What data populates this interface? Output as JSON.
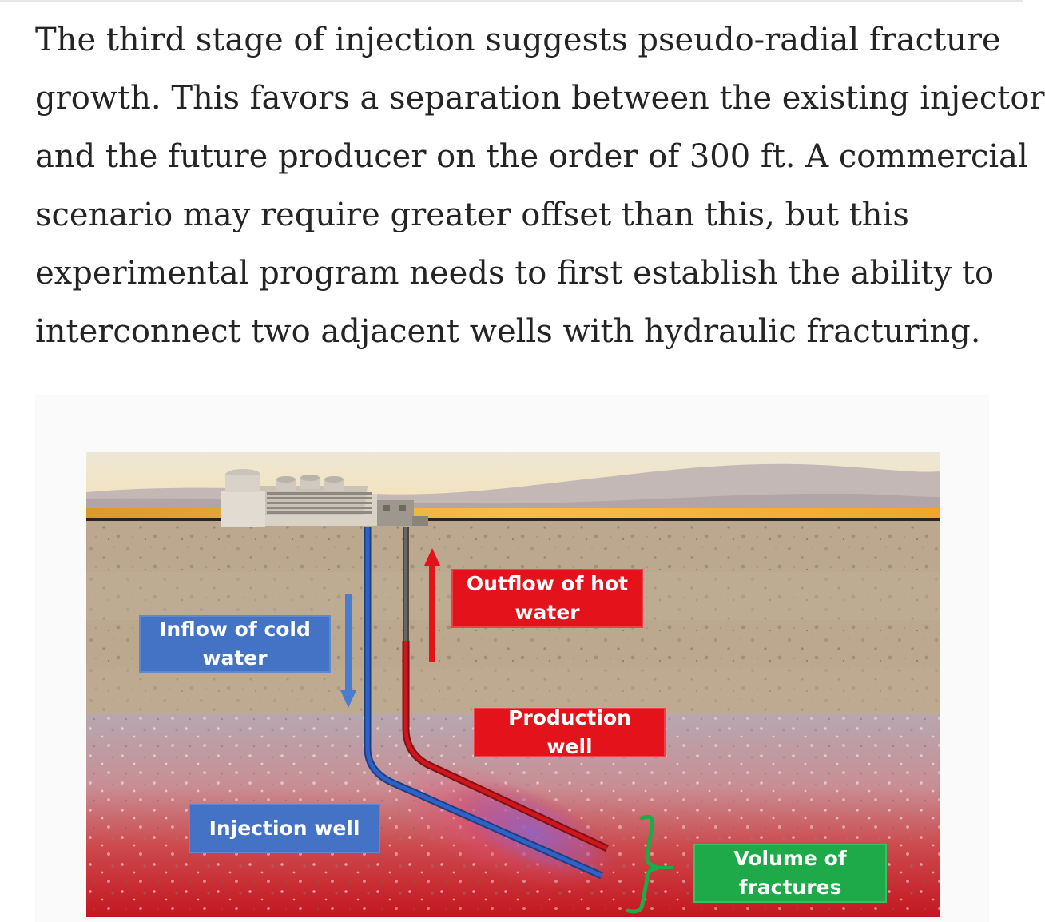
{
  "article": {
    "paragraph_lines": [
      "The third stage of injection suggests pseudo-radial fracture",
      "growth. This favors a separation between the existing injector",
      "and the future producer on the order of 300 ft. A commercial",
      "scenario may require greater offset than this, but this",
      "experimental program needs to first establish the ability to",
      "interconnect two adjacent wells with hydraulic fracturing."
    ]
  },
  "diagram": {
    "labels": {
      "inflow": {
        "line1": "Inflow of cold",
        "line2": "water"
      },
      "outflow": {
        "line1": "Outflow of hot",
        "line2": "water"
      },
      "production_well": "Production well",
      "injection_well": "Injection well",
      "fractures": {
        "line1": "Volume of",
        "line2": "fractures"
      }
    },
    "colors": {
      "injection": "#2e62c8",
      "production": "#d0151d",
      "label_blue": "#4472c4",
      "label_red": "#e3121b",
      "label_green": "#1faa4a",
      "bracket": "#1faa4a"
    }
  }
}
